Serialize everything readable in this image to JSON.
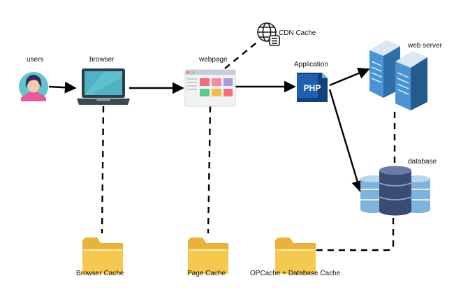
{
  "nodes": {
    "users": "users",
    "browser": "browser",
    "webpage": "webpage",
    "cdn_cache": "CDN Cache",
    "application": "Application",
    "php": "PHP",
    "web_server": "web server",
    "database": "database"
  },
  "caches": {
    "browser_cache": "Browser Cache",
    "page_cache": "Page Cache",
    "opcache_db_cache": "OPCache + Database Cache"
  },
  "colors": {
    "line": "#000000",
    "folder": "#f5c94f",
    "folder_back": "#e9b23a",
    "php_blue": "#1f5fae",
    "server_blue": "#3f8fd1",
    "db_blue": "#7eb3dc",
    "db_dark": "#3a4c73"
  }
}
